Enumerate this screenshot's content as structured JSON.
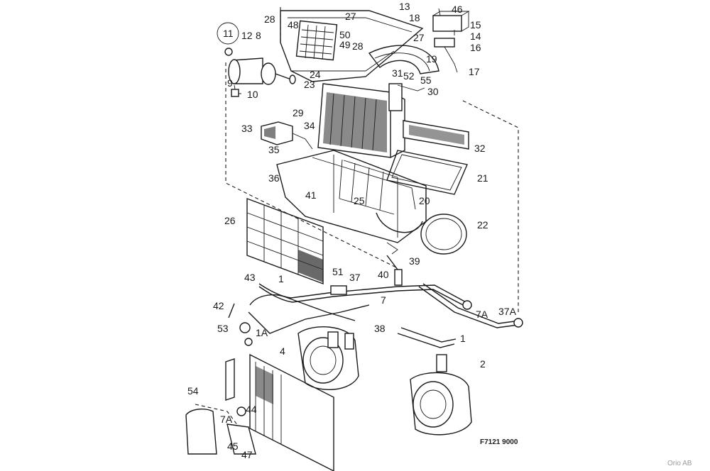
{
  "callouts": [
    {
      "id": "c1",
      "text": "1"
    },
    {
      "id": "c1b",
      "text": "1"
    },
    {
      "id": "c1A",
      "text": "1A"
    },
    {
      "id": "c2",
      "text": "2"
    },
    {
      "id": "c4",
      "text": "4"
    },
    {
      "id": "c7",
      "text": "7"
    },
    {
      "id": "c7A",
      "text": "7A"
    },
    {
      "id": "c7Ab",
      "text": "7A"
    },
    {
      "id": "c8",
      "text": "8"
    },
    {
      "id": "c9",
      "text": "9"
    },
    {
      "id": "c10",
      "text": "10"
    },
    {
      "id": "c11",
      "text": "11"
    },
    {
      "id": "c12",
      "text": "12"
    },
    {
      "id": "c13",
      "text": "13"
    },
    {
      "id": "c14",
      "text": "14"
    },
    {
      "id": "c15",
      "text": "15"
    },
    {
      "id": "c16",
      "text": "16"
    },
    {
      "id": "c17",
      "text": "17"
    },
    {
      "id": "c18",
      "text": "18"
    },
    {
      "id": "c19",
      "text": "19"
    },
    {
      "id": "c20",
      "text": "20"
    },
    {
      "id": "c21",
      "text": "21"
    },
    {
      "id": "c22",
      "text": "22"
    },
    {
      "id": "c23",
      "text": "23"
    },
    {
      "id": "c24",
      "text": "24"
    },
    {
      "id": "c25",
      "text": "25"
    },
    {
      "id": "c26",
      "text": "26"
    },
    {
      "id": "c27",
      "text": "27"
    },
    {
      "id": "c27b",
      "text": "27"
    },
    {
      "id": "c28",
      "text": "28"
    },
    {
      "id": "c28b",
      "text": "28"
    },
    {
      "id": "c29",
      "text": "29"
    },
    {
      "id": "c30",
      "text": "30"
    },
    {
      "id": "c31",
      "text": "31"
    },
    {
      "id": "c32",
      "text": "32"
    },
    {
      "id": "c33",
      "text": "33"
    },
    {
      "id": "c34",
      "text": "34"
    },
    {
      "id": "c35",
      "text": "35"
    },
    {
      "id": "c36",
      "text": "36"
    },
    {
      "id": "c37",
      "text": "37"
    },
    {
      "id": "c37A",
      "text": "37A"
    },
    {
      "id": "c38",
      "text": "38"
    },
    {
      "id": "c39",
      "text": "39"
    },
    {
      "id": "c40",
      "text": "40"
    },
    {
      "id": "c41",
      "text": "41"
    },
    {
      "id": "c42",
      "text": "42"
    },
    {
      "id": "c43",
      "text": "43"
    },
    {
      "id": "c44",
      "text": "44"
    },
    {
      "id": "c45",
      "text": "45"
    },
    {
      "id": "c46",
      "text": "46"
    },
    {
      "id": "c47",
      "text": "47"
    },
    {
      "id": "c48",
      "text": "48"
    },
    {
      "id": "c49",
      "text": "49"
    },
    {
      "id": "c50",
      "text": "50"
    },
    {
      "id": "c51",
      "text": "51"
    },
    {
      "id": "c52",
      "text": "52"
    },
    {
      "id": "c53",
      "text": "53"
    },
    {
      "id": "c54",
      "text": "54"
    },
    {
      "id": "c55",
      "text": "55"
    }
  ],
  "drawing_code": "F7121 9000",
  "credit": "Orio AB",
  "colors": {
    "ink": "#1a1a1a",
    "credit": "#9a9a9a",
    "background": "#ffffff"
  }
}
